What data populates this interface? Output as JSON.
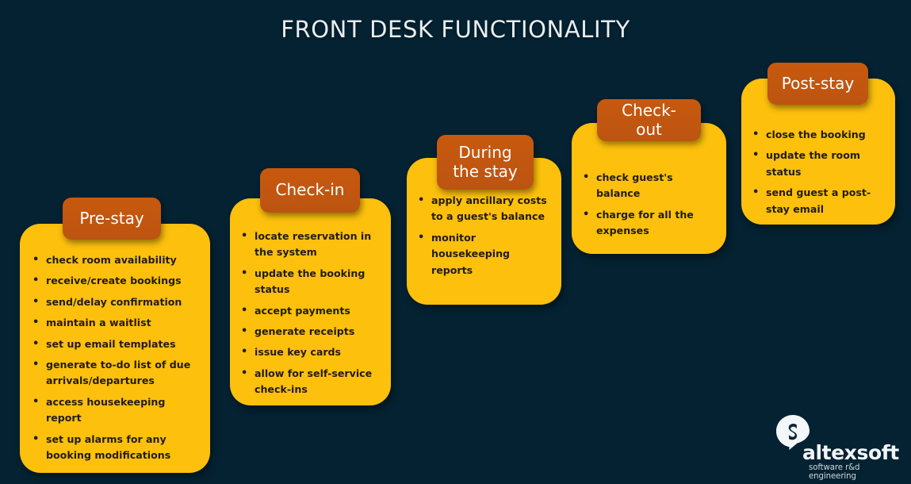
{
  "page": {
    "title": "FRONT DESK FUNCTIONALITY",
    "background_color": "#042232",
    "card_color": "#FCC00D",
    "header_color": "#C25810",
    "title_color": "#E8EEF2",
    "body_text_color": "#231C10"
  },
  "stages": [
    {
      "id": "prestay",
      "title": "Pre-stay",
      "items": [
        "check room availability",
        "receive/create bookings",
        "send/delay confirmation",
        "maintain a waitlist",
        "set up email templates",
        "generate to-do list of due arrivals/departures",
        "access housekeeping report",
        "set up alarms for any booking modifications"
      ]
    },
    {
      "id": "checkin",
      "title": "Check-in",
      "items": [
        "locate reservation in the system",
        "update the booking status",
        "accept payments",
        "generate receipts",
        "issue key cards",
        "allow for self-service check-ins"
      ]
    },
    {
      "id": "during",
      "title": "During\nthe stay",
      "items": [
        "apply ancillary costs to a guest's balance",
        "monitor housekeeping reports"
      ]
    },
    {
      "id": "checkout",
      "title": "Check-out",
      "items": [
        "check guest's balance",
        "charge for all the expenses"
      ]
    },
    {
      "id": "poststay",
      "title": "Post-stay",
      "items": [
        "close the booking",
        "update the room status",
        "send guest a post-stay email"
      ]
    }
  ],
  "logo": {
    "mark": "altexsoft-speech-bubble-logo",
    "wordmark": "altexsoft",
    "tagline": "software r&d engineering"
  }
}
